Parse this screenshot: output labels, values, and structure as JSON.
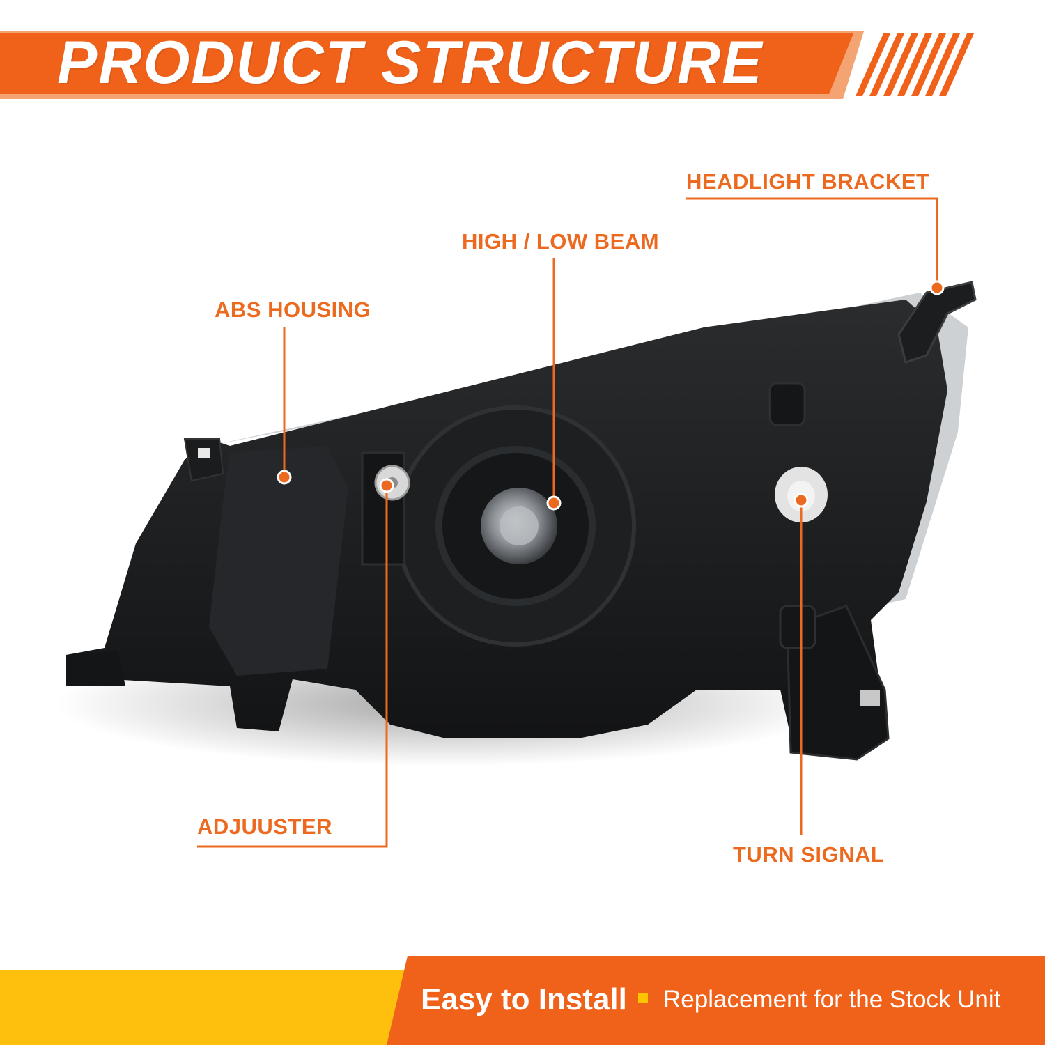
{
  "header": {
    "title": "PRODUCT STRUCTURE"
  },
  "callouts": {
    "headlight_bracket": "HEADLIGHT BRACKET",
    "high_low_beam": "HIGH / LOW BEAM",
    "abs_housing": "ABS HOUSING",
    "adjuster": "ADJUUSTER",
    "turn_signal": "TURN SIGNAL"
  },
  "footer": {
    "main": "Easy to Install",
    "sub": "Replacement for the Stock Unit"
  },
  "colors": {
    "accent_orange": "#ec6a1f",
    "banner_orange": "#f0611a",
    "footer_yellow": "#ffbf0d",
    "housing_black": "#171819"
  }
}
